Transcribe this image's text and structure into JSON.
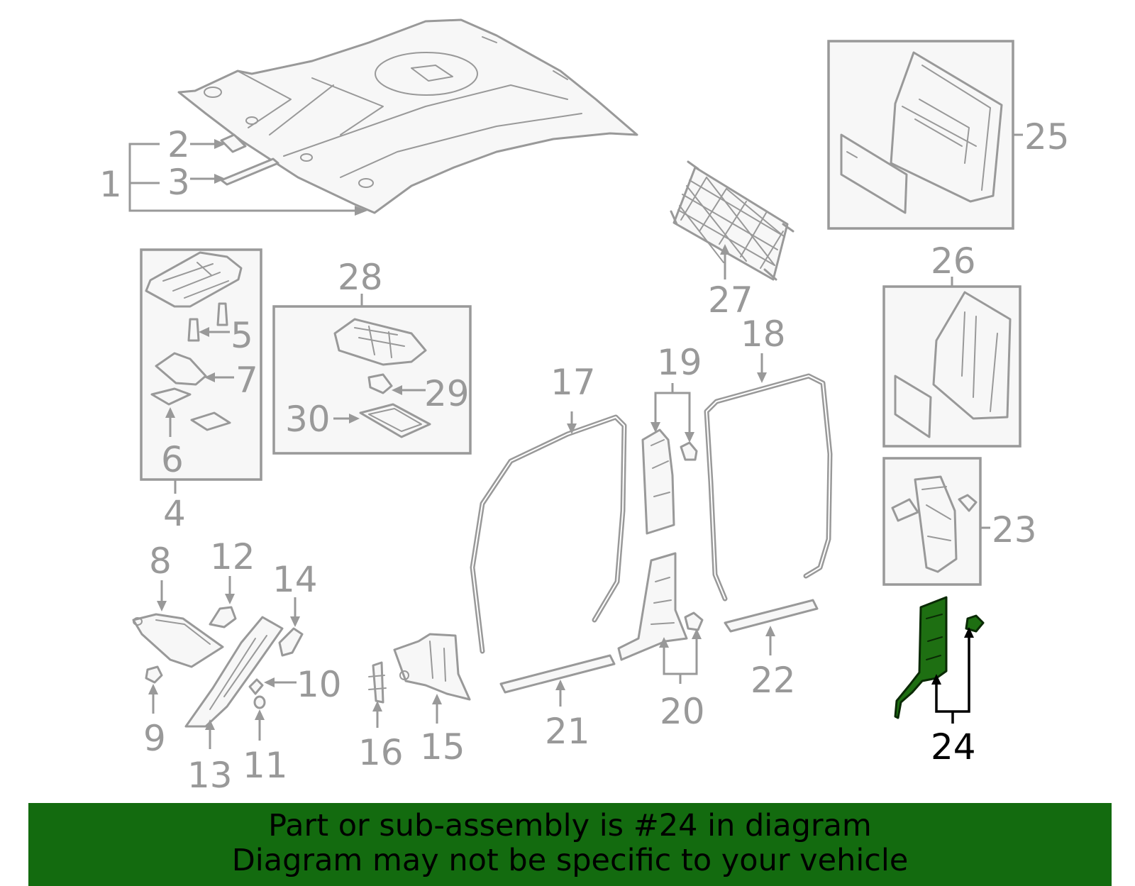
{
  "diagram": {
    "labels": {
      "1": "1",
      "2": "2",
      "3": "3",
      "4": "4",
      "5": "5",
      "6": "6",
      "7": "7",
      "8": "8",
      "9": "9",
      "10": "10",
      "11": "11",
      "12": "12",
      "13": "13",
      "14": "14",
      "15": "15",
      "16": "16",
      "17": "17",
      "18": "18",
      "19": "19",
      "20": "20",
      "21": "21",
      "22": "22",
      "23": "23",
      "24": "24",
      "25": "25",
      "26": "26",
      "27": "27",
      "28": "28",
      "29": "29",
      "30": "30"
    },
    "highlighted_part": "24",
    "colors": {
      "line": "#999999",
      "highlight": "#1e6f12",
      "banner": "#136b0f"
    }
  },
  "banner": {
    "line1": "Part or sub-assembly is #24 in diagram",
    "line2": "Diagram may not be specific to your vehicle"
  }
}
